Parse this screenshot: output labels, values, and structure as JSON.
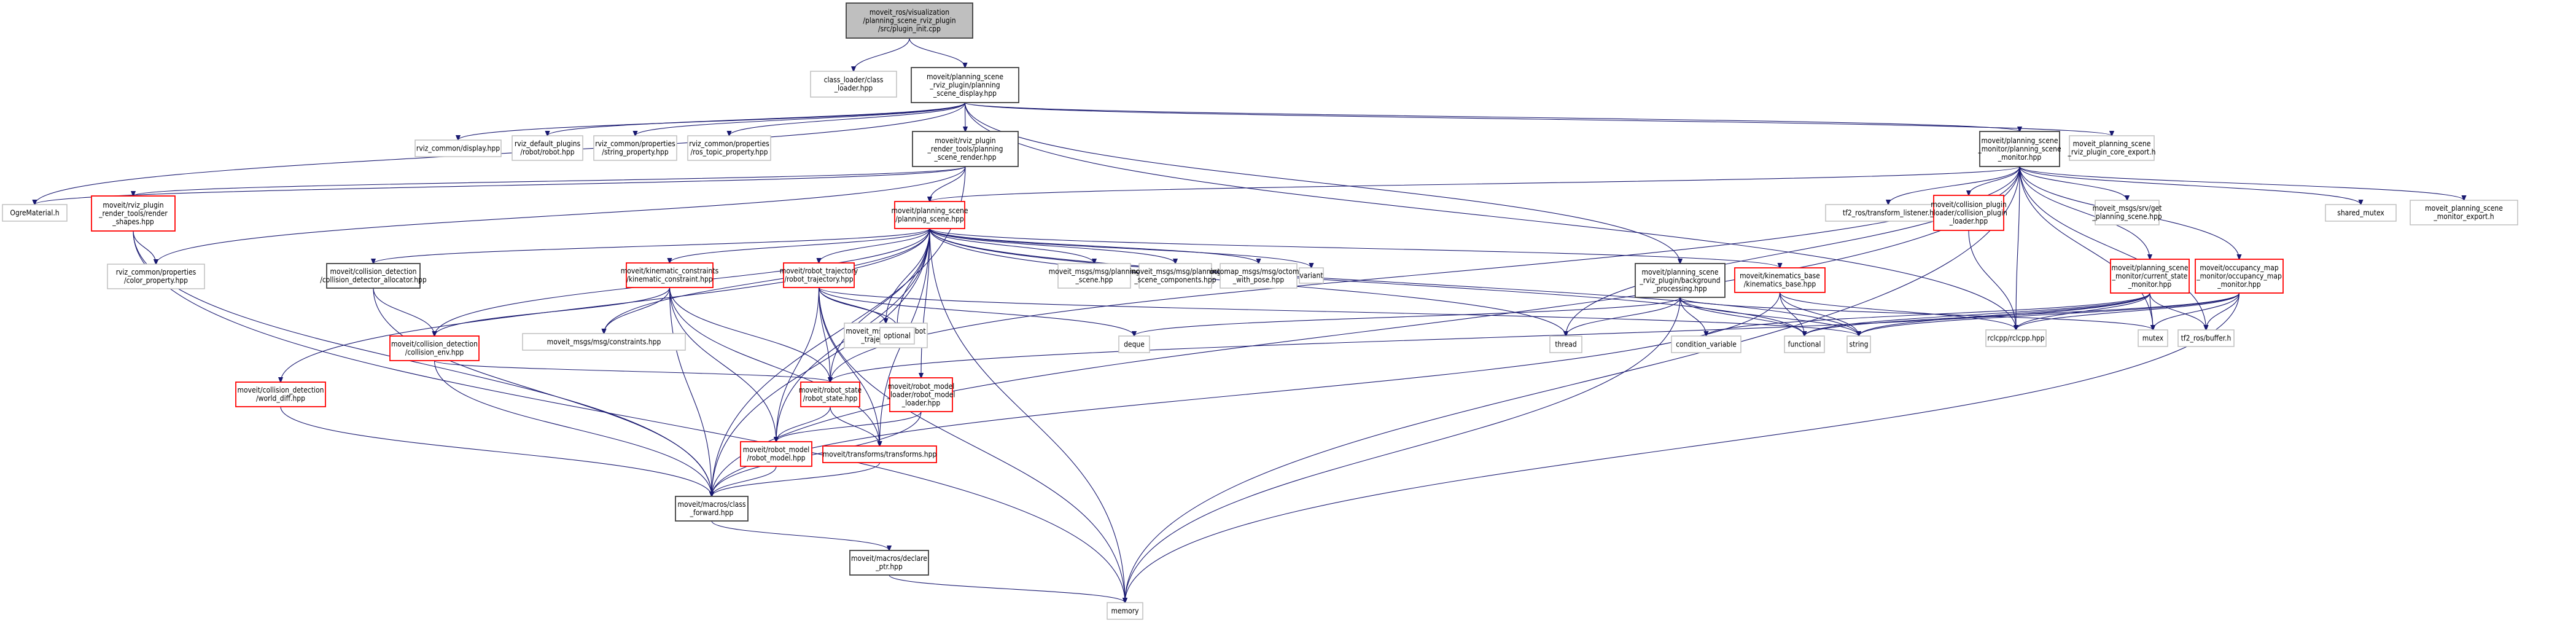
{
  "diagram": {
    "type": "include-dependency-graph",
    "colors": {
      "edge": "#191970",
      "root_fill": "#bfbfbf",
      "root_border": "#404040",
      "documented_border": "#404040",
      "truncated_border": "#ff0000",
      "external_border": "#bfbfbf",
      "node_fill": "#ffffff"
    },
    "nodes": [
      {
        "id": "root",
        "kind": "root",
        "lines": [
          "moveit_ros/visualization",
          "/planning_scene_rviz_plugin",
          "/src/plugin_init.cpp"
        ]
      },
      {
        "id": "class_loader",
        "kind": "external",
        "lines": [
          "class_loader/class",
          "_loader.hpp"
        ]
      },
      {
        "id": "ps_display",
        "kind": "documented",
        "lines": [
          "moveit/planning_scene",
          "_rviz_plugin/planning",
          "_scene_display.hpp"
        ]
      },
      {
        "id": "rviz_display",
        "kind": "external",
        "lines": [
          "rviz_common/display.hpp"
        ]
      },
      {
        "id": "rviz_robot",
        "kind": "external",
        "lines": [
          "rviz_default_plugins",
          "/robot/robot.hpp"
        ]
      },
      {
        "id": "string_prop",
        "kind": "external",
        "lines": [
          "rviz_common/properties",
          "/string_property.hpp"
        ]
      },
      {
        "id": "ros_topic_prop",
        "kind": "external",
        "lines": [
          "rviz_common/properties",
          "/ros_topic_property.hpp"
        ]
      },
      {
        "id": "ps_render",
        "kind": "documented",
        "lines": [
          "moveit/rviz_plugin",
          "_render_tools/planning",
          "_scene_render.hpp"
        ]
      },
      {
        "id": "psm",
        "kind": "documented",
        "lines": [
          "moveit/planning_scene",
          "_monitor/planning_scene",
          "_monitor.hpp"
        ]
      },
      {
        "id": "core_export",
        "kind": "external",
        "lines": [
          "moveit_planning_scene",
          "_rviz_plugin_core_export.h"
        ]
      },
      {
        "id": "ogre",
        "kind": "external",
        "lines": [
          "OgreMaterial.h"
        ]
      },
      {
        "id": "render_shapes",
        "kind": "truncated",
        "lines": [
          "moveit/rviz_plugin",
          "_render_tools/render",
          "_shapes.hpp"
        ]
      },
      {
        "id": "color_prop",
        "kind": "external",
        "lines": [
          "rviz_common/properties",
          "/color_property.hpp"
        ]
      },
      {
        "id": "planning_scene",
        "kind": "truncated",
        "lines": [
          "moveit/planning_scene",
          "/planning_scene.hpp"
        ]
      },
      {
        "id": "tf_listener",
        "kind": "external",
        "lines": [
          "tf2_ros/transform_listener.h"
        ]
      },
      {
        "id": "cpl",
        "kind": "truncated",
        "lines": [
          "moveit/collision_plugin",
          "_loader/collision_plugin",
          "_loader.hpp"
        ]
      },
      {
        "id": "get_ps",
        "kind": "external",
        "lines": [
          "moveit_msgs/srv/get",
          "_planning_scene.hpp"
        ]
      },
      {
        "id": "shared_mutex",
        "kind": "external",
        "lines": [
          "shared_mutex"
        ]
      },
      {
        "id": "monitor_export",
        "kind": "external",
        "lines": [
          "moveit_planning_scene",
          "_monitor_export.h"
        ]
      },
      {
        "id": "cd_alloc",
        "kind": "documented",
        "lines": [
          "moveit/collision_detection",
          "/collision_detector_allocator.hpp"
        ]
      },
      {
        "id": "kin_constraint",
        "kind": "truncated",
        "lines": [
          "moveit/kinematic_constraints",
          "/kinematic_constraint.hpp"
        ]
      },
      {
        "id": "robot_traj",
        "kind": "truncated",
        "lines": [
          "moveit/robot_trajectory",
          "/robot_trajectory.hpp"
        ]
      },
      {
        "id": "msg_ps",
        "kind": "external",
        "lines": [
          "moveit_msgs/msg/planning",
          "_scene.hpp"
        ]
      },
      {
        "id": "msg_psc",
        "kind": "external",
        "lines": [
          "moveit_msgs/msg/planning",
          "_scene_components.hpp"
        ]
      },
      {
        "id": "octomap",
        "kind": "external",
        "lines": [
          "octomap_msgs/msg/octomap",
          "_with_pose.hpp"
        ]
      },
      {
        "id": "variant",
        "kind": "external",
        "lines": [
          "variant"
        ]
      },
      {
        "id": "bg_proc",
        "kind": "documented",
        "lines": [
          "moveit/planning_scene",
          "_rviz_plugin/background",
          "_processing.hpp"
        ]
      },
      {
        "id": "kin_base",
        "kind": "truncated",
        "lines": [
          "moveit/kinematics_base",
          "/kinematics_base.hpp"
        ]
      },
      {
        "id": "csm",
        "kind": "truncated",
        "lines": [
          "moveit/planning_scene",
          "_monitor/current_state",
          "_monitor.hpp"
        ]
      },
      {
        "id": "omm",
        "kind": "truncated",
        "lines": [
          "moveit/occupancy_map",
          "_monitor/occupancy_map",
          "_monitor.hpp"
        ]
      },
      {
        "id": "coll_env",
        "kind": "truncated",
        "lines": [
          "moveit/collision_detection",
          "/collision_env.hpp"
        ]
      },
      {
        "id": "msg_constraints",
        "kind": "external",
        "lines": [
          "moveit_msgs/msg/constraints.hpp"
        ]
      },
      {
        "id": "msg_robot_traj",
        "kind": "external",
        "lines": [
          "moveit_msgs/msg/robot",
          "_trajectory.hpp"
        ]
      },
      {
        "id": "optional",
        "kind": "external",
        "lines": [
          "optional"
        ]
      },
      {
        "id": "deque",
        "kind": "external",
        "lines": [
          "deque"
        ]
      },
      {
        "id": "thread",
        "kind": "external",
        "lines": [
          "thread"
        ]
      },
      {
        "id": "cond_var",
        "kind": "external",
        "lines": [
          "condition_variable"
        ]
      },
      {
        "id": "functional",
        "kind": "external",
        "lines": [
          "functional"
        ]
      },
      {
        "id": "string",
        "kind": "external",
        "lines": [
          "string"
        ]
      },
      {
        "id": "rclcpp",
        "kind": "external",
        "lines": [
          "rclcpp/rclcpp.hpp"
        ]
      },
      {
        "id": "mutex",
        "kind": "external",
        "lines": [
          "mutex"
        ]
      },
      {
        "id": "tf_buffer",
        "kind": "external",
        "lines": [
          "tf2_ros/buffer.h"
        ]
      },
      {
        "id": "world_diff",
        "kind": "truncated",
        "lines": [
          "moveit/collision_detection",
          "/world_diff.hpp"
        ]
      },
      {
        "id": "robot_state",
        "kind": "truncated",
        "lines": [
          "moveit/robot_state",
          "/robot_state.hpp"
        ]
      },
      {
        "id": "rml",
        "kind": "truncated",
        "lines": [
          "moveit/robot_model",
          "_loader/robot_model",
          "_loader.hpp"
        ]
      },
      {
        "id": "robot_model",
        "kind": "truncated",
        "lines": [
          "moveit/robot_model",
          "/robot_model.hpp"
        ]
      },
      {
        "id": "transforms",
        "kind": "truncated",
        "lines": [
          "moveit/transforms/transforms.hpp"
        ]
      },
      {
        "id": "class_forward",
        "kind": "documented",
        "lines": [
          "moveit/macros/class",
          "_forward.hpp"
        ]
      },
      {
        "id": "declare_ptr",
        "kind": "documented",
        "lines": [
          "moveit/macros/declare",
          "_ptr.hpp"
        ]
      },
      {
        "id": "memory",
        "kind": "external",
        "lines": [
          "memory"
        ]
      }
    ],
    "edges": [
      [
        "root",
        "class_loader"
      ],
      [
        "root",
        "ps_display"
      ],
      [
        "ps_display",
        "rviz_display"
      ],
      [
        "ps_display",
        "rviz_robot"
      ],
      [
        "ps_display",
        "string_prop"
      ],
      [
        "ps_display",
        "ros_topic_prop"
      ],
      [
        "ps_display",
        "ps_render"
      ],
      [
        "ps_display",
        "psm"
      ],
      [
        "ps_display",
        "core_export"
      ],
      [
        "ps_display",
        "bg_proc"
      ],
      [
        "ps_display",
        "rclcpp"
      ],
      [
        "ps_display",
        "ogre"
      ],
      [
        "ps_render",
        "render_shapes"
      ],
      [
        "ps_render",
        "color_prop"
      ],
      [
        "ps_render",
        "planning_scene"
      ],
      [
        "ps_render",
        "class_forward"
      ],
      [
        "ps_render",
        "ogre"
      ],
      [
        "render_shapes",
        "color_prop"
      ],
      [
        "render_shapes",
        "class_forward"
      ],
      [
        "render_shapes",
        "memory"
      ],
      [
        "psm",
        "planning_scene"
      ],
      [
        "psm",
        "tf_listener"
      ],
      [
        "psm",
        "cpl"
      ],
      [
        "psm",
        "get_ps"
      ],
      [
        "psm",
        "shared_mutex"
      ],
      [
        "psm",
        "monitor_export"
      ],
      [
        "psm",
        "csm"
      ],
      [
        "psm",
        "omm"
      ],
      [
        "psm",
        "thread"
      ],
      [
        "psm",
        "rclcpp"
      ],
      [
        "psm",
        "mutex"
      ],
      [
        "psm",
        "memory"
      ],
      [
        "psm",
        "tf_buffer"
      ],
      [
        "psm",
        "robot_state"
      ],
      [
        "psm",
        "class_forward"
      ],
      [
        "planning_scene",
        "cd_alloc"
      ],
      [
        "planning_scene",
        "kin_constraint"
      ],
      [
        "planning_scene",
        "robot_traj"
      ],
      [
        "planning_scene",
        "msg_ps"
      ],
      [
        "planning_scene",
        "msg_psc"
      ],
      [
        "planning_scene",
        "octomap"
      ],
      [
        "planning_scene",
        "variant"
      ],
      [
        "planning_scene",
        "kin_base"
      ],
      [
        "planning_scene",
        "thread"
      ],
      [
        "planning_scene",
        "coll_env"
      ],
      [
        "planning_scene",
        "msg_constraints"
      ],
      [
        "planning_scene",
        "world_diff"
      ],
      [
        "planning_scene",
        "robot_state"
      ],
      [
        "planning_scene",
        "robot_model"
      ],
      [
        "planning_scene",
        "transforms"
      ],
      [
        "planning_scene",
        "class_forward"
      ],
      [
        "planning_scene",
        "memory"
      ],
      [
        "planning_scene",
        "optional"
      ],
      [
        "planning_scene",
        "msg_robot_traj"
      ],
      [
        "planning_scene",
        "functional"
      ],
      [
        "planning_scene",
        "string"
      ],
      [
        "planning_scene",
        "rml"
      ],
      [
        "cd_alloc",
        "coll_env"
      ],
      [
        "cd_alloc",
        "class_forward"
      ],
      [
        "kin_constraint",
        "coll_env"
      ],
      [
        "kin_constraint",
        "msg_constraints"
      ],
      [
        "kin_constraint",
        "robot_state"
      ],
      [
        "kin_constraint",
        "robot_model"
      ],
      [
        "kin_constraint",
        "transforms"
      ],
      [
        "kin_constraint",
        "class_forward"
      ],
      [
        "robot_traj",
        "msg_robot_traj"
      ],
      [
        "robot_traj",
        "optional"
      ],
      [
        "robot_traj",
        "deque"
      ],
      [
        "robot_traj",
        "robot_state"
      ],
      [
        "robot_traj",
        "robot_model"
      ],
      [
        "robot_traj",
        "memory"
      ],
      [
        "robot_traj",
        "string"
      ],
      [
        "robot_traj",
        "transforms"
      ],
      [
        "bg_proc",
        "deque"
      ],
      [
        "bg_proc",
        "thread"
      ],
      [
        "bg_proc",
        "cond_var"
      ],
      [
        "bg_proc",
        "functional"
      ],
      [
        "bg_proc",
        "string"
      ],
      [
        "bg_proc",
        "memory"
      ],
      [
        "bg_proc",
        "mutex"
      ],
      [
        "kin_base",
        "functional"
      ],
      [
        "kin_base",
        "string"
      ],
      [
        "kin_base",
        "class_forward"
      ],
      [
        "kin_base",
        "rclcpp"
      ],
      [
        "cpl",
        "rclcpp"
      ],
      [
        "csm",
        "rclcpp"
      ],
      [
        "csm",
        "mutex"
      ],
      [
        "csm",
        "tf_buffer"
      ],
      [
        "csm",
        "string"
      ],
      [
        "csm",
        "functional"
      ],
      [
        "csm",
        "cond_var"
      ],
      [
        "csm",
        "robot_state"
      ],
      [
        "omm",
        "rclcpp"
      ],
      [
        "omm",
        "mutex"
      ],
      [
        "omm",
        "tf_buffer"
      ],
      [
        "omm",
        "string"
      ],
      [
        "omm",
        "memory"
      ],
      [
        "omm",
        "functional"
      ],
      [
        "coll_env",
        "robot_state"
      ],
      [
        "coll_env",
        "class_forward"
      ],
      [
        "world_diff",
        "class_forward"
      ],
      [
        "robot_state",
        "robot_model"
      ],
      [
        "robot_state",
        "transforms"
      ],
      [
        "rml",
        "robot_model"
      ],
      [
        "rml",
        "class_forward"
      ],
      [
        "robot_model",
        "class_forward"
      ],
      [
        "transforms",
        "class_forward"
      ],
      [
        "class_forward",
        "declare_ptr"
      ],
      [
        "declare_ptr",
        "memory"
      ]
    ]
  }
}
